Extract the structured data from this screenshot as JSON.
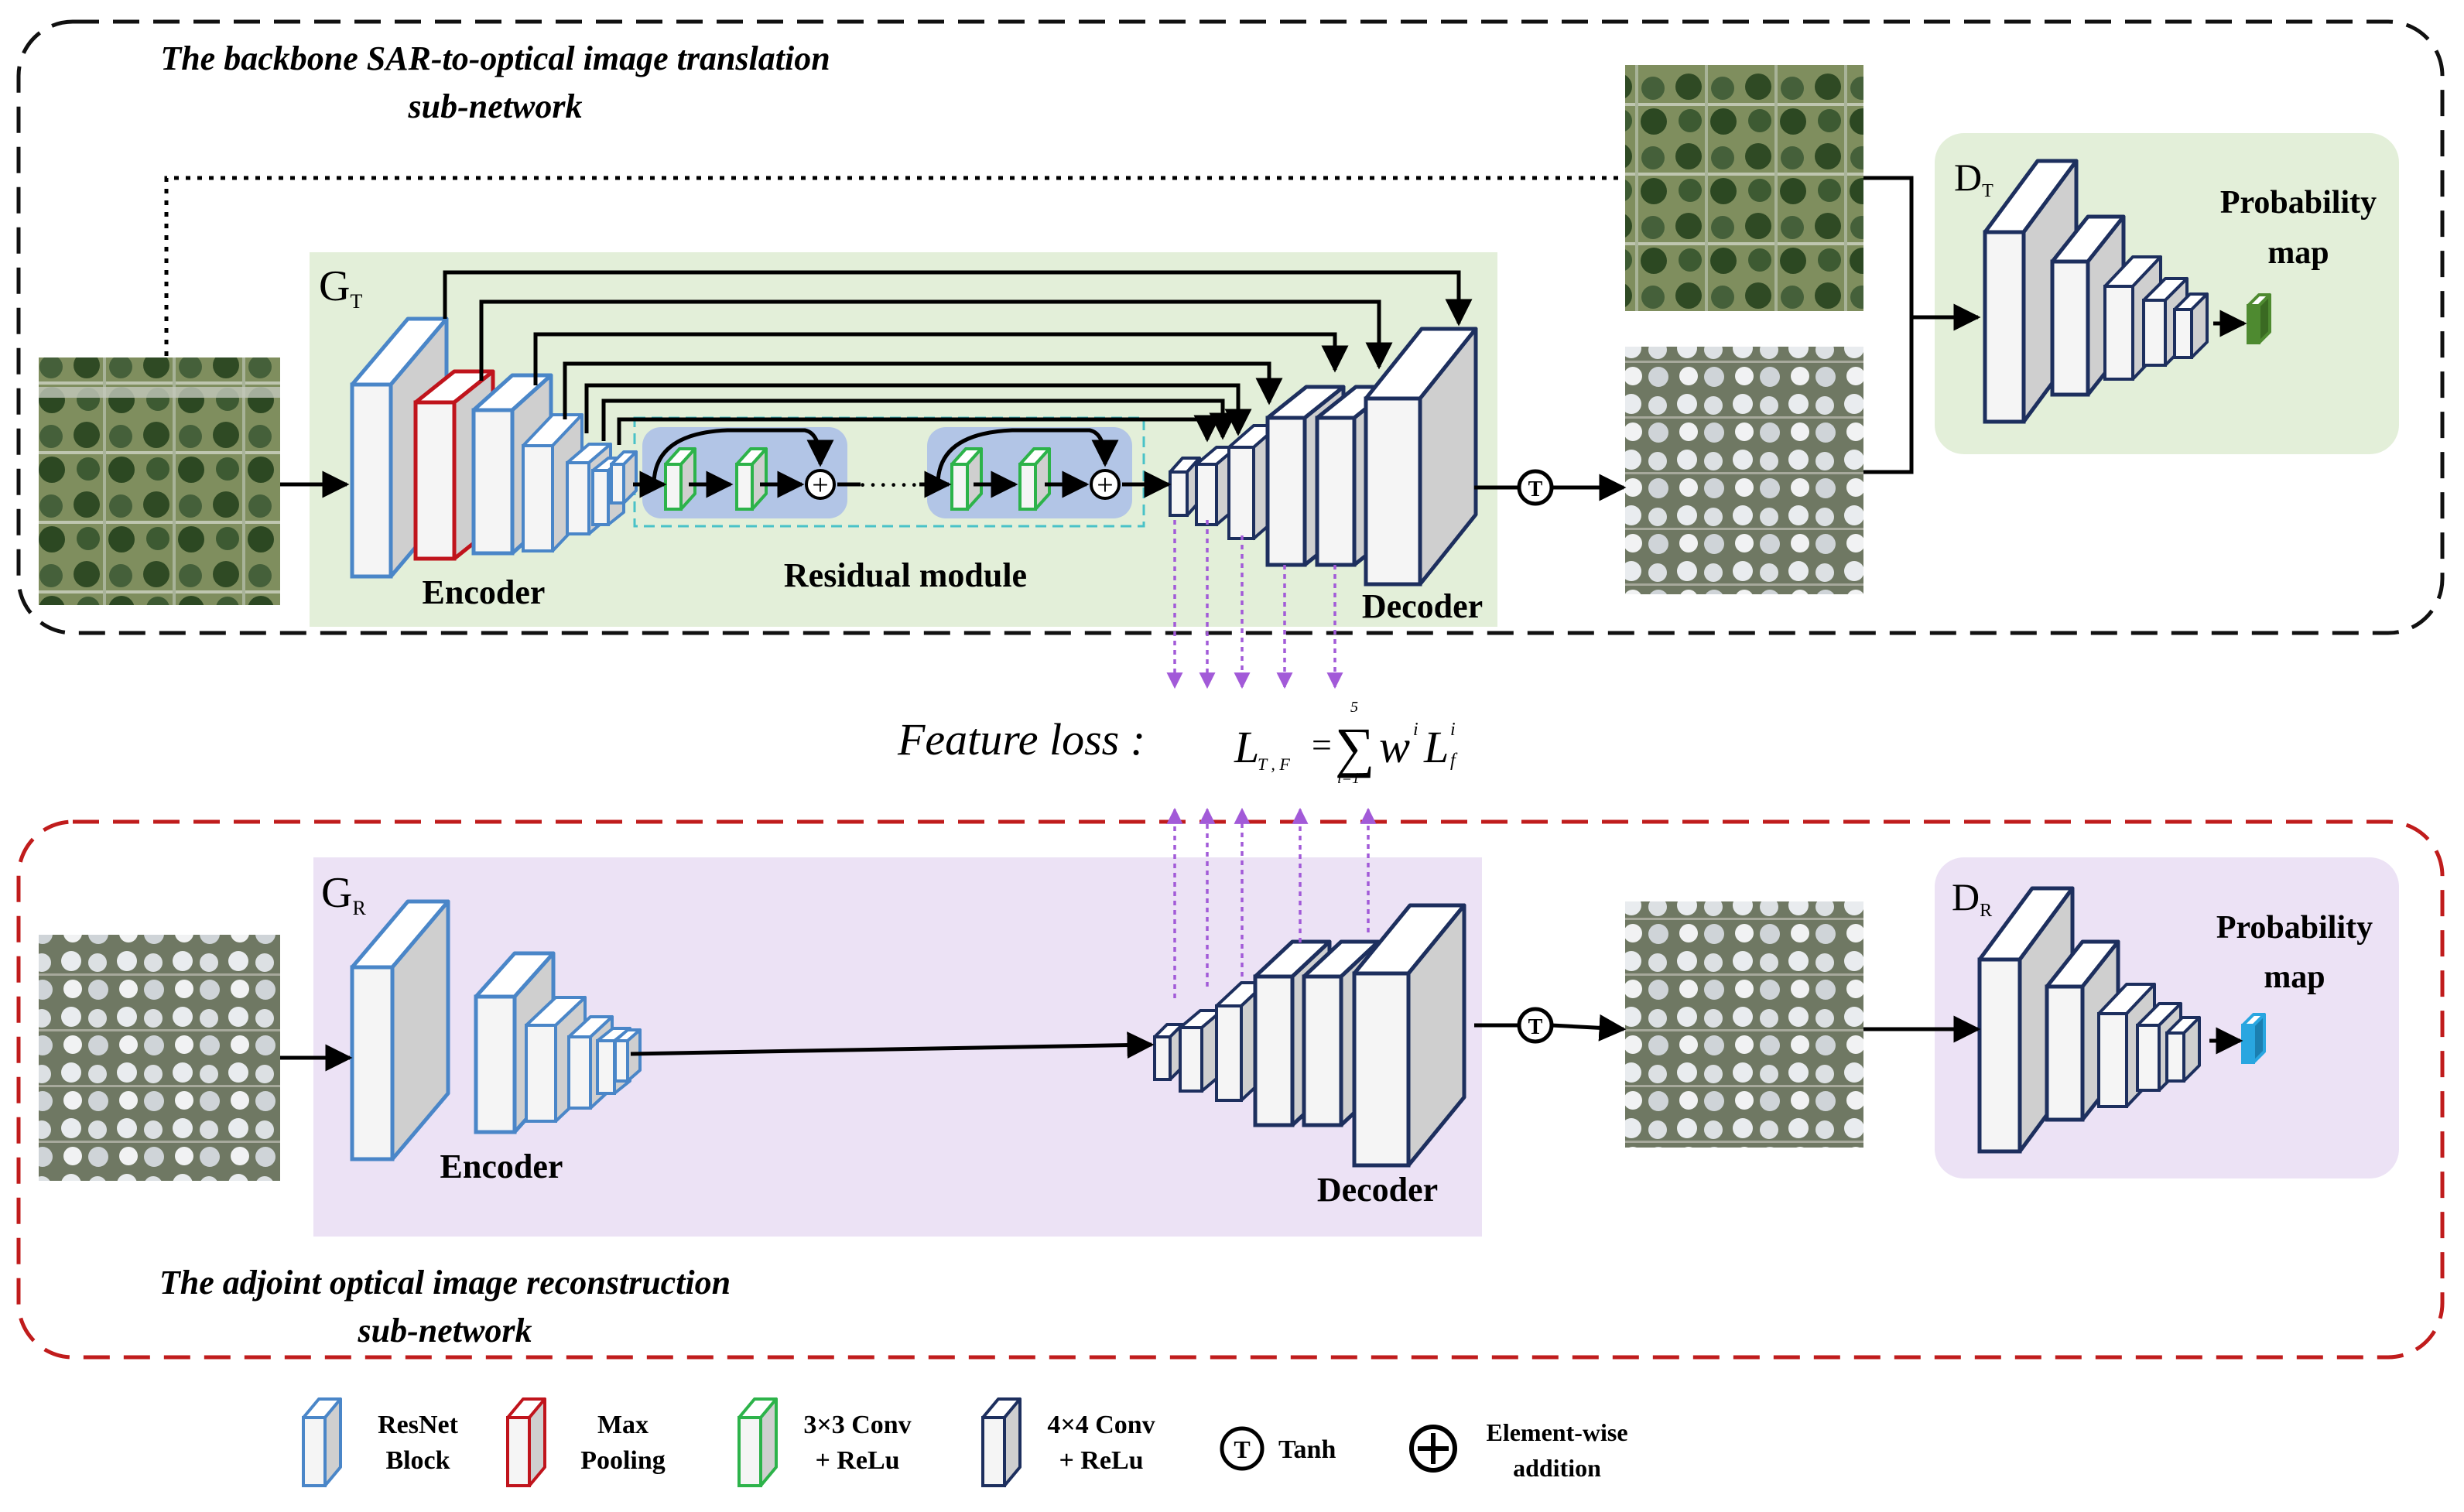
{
  "top_section": {
    "title_line1": "The backbone SAR-to-optical image translation",
    "title_line2": "sub-network",
    "generator_letter": "G",
    "generator_sub": "T",
    "encoder_label": "Encoder",
    "residual_label": "Residual module",
    "decoder_label": "Decoder",
    "discriminator_letter": "D",
    "discriminator_sub": "T",
    "prob_line1": "Probability",
    "prob_line2": "map"
  },
  "bottom_section": {
    "title_line1": "The adjoint optical image reconstruction",
    "title_line2": "sub-network",
    "generator_letter": "G",
    "generator_sub": "R",
    "encoder_label": "Encoder",
    "decoder_label": "Decoder",
    "discriminator_letter": "D",
    "discriminator_sub": "R",
    "prob_line1": "Probability",
    "prob_line2": "map"
  },
  "feature_loss": {
    "label": "Feature loss :",
    "L": "L",
    "L_sub": "T , F",
    "equals": "=",
    "sigma": "∑",
    "sum_top": "5",
    "sum_bottom": "i=1",
    "w": "w",
    "w_sup": "i",
    "Lf": "L",
    "Lf_sup": "i",
    "Lf_sub": "f"
  },
  "symbols": {
    "tanh": "T",
    "plus": "+",
    "dots": "······"
  },
  "legend": {
    "resnet_line1": "ResNet",
    "resnet_line2": "Block",
    "maxpool_line1": "Max",
    "maxpool_line2": "Pooling",
    "conv3_line1": "3×3 Conv",
    "conv3_line2": "+ ReLu",
    "conv4_line1": "4×4 Conv",
    "conv4_line2": "+ ReLu",
    "tanh_label": "Tanh",
    "add_line1": "Element-wise",
    "add_line2": "addition"
  },
  "colors": {
    "resnet": "#4a86c8",
    "maxpool": "#c0141c",
    "conv3": "#2db34a",
    "conv4": "#1d2f5e",
    "green_panel": "#e3efd9",
    "purple_panel": "#ece2f5",
    "residual_box": "#b2c5e6",
    "dashed_red": "#c01c1c",
    "feature_arrow": "#a25ad8",
    "prob_green": "#4e8a30",
    "prob_blue": "#29a6e0"
  }
}
